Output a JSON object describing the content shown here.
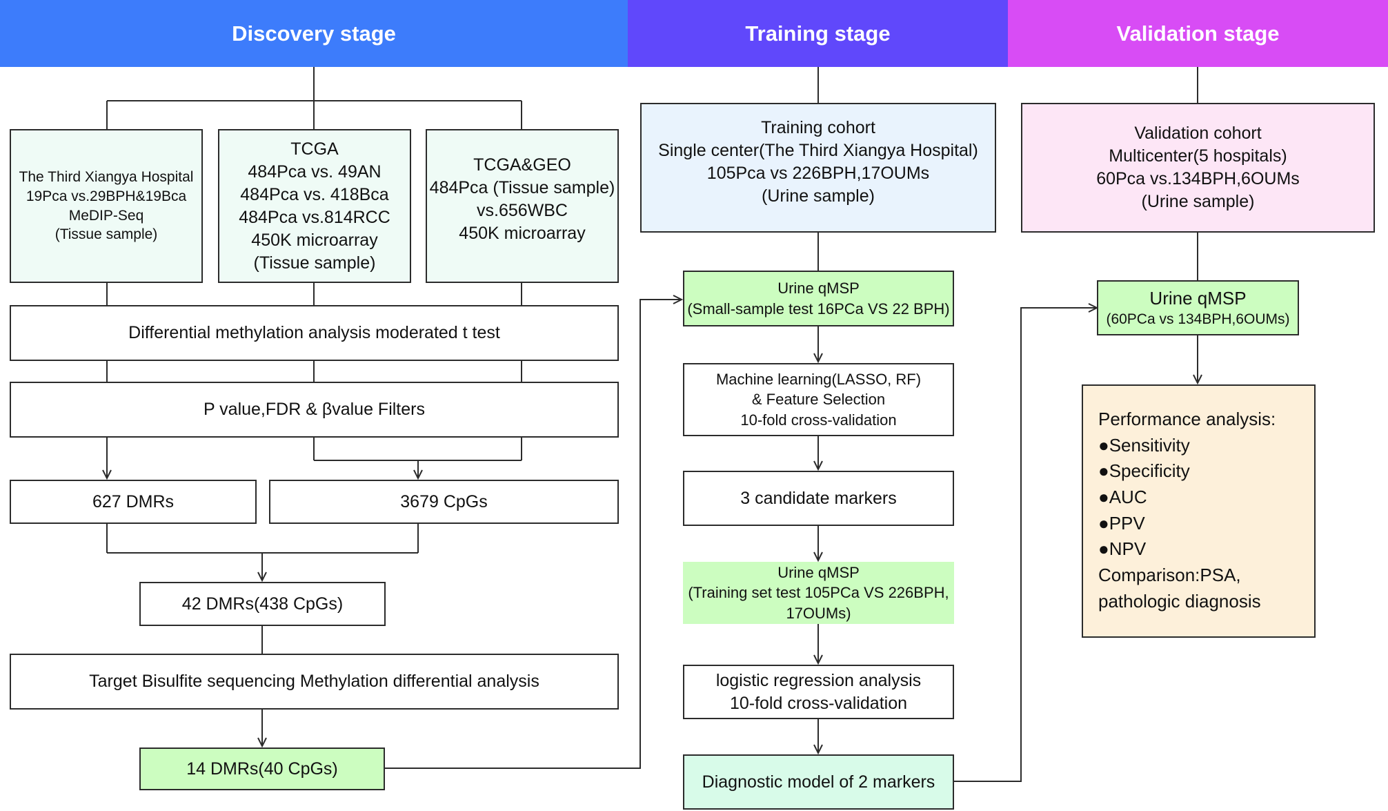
{
  "headers": {
    "discovery": "Discovery stage",
    "training": "Training stage",
    "validation": "Validation stage",
    "colors": {
      "discovery": "#3d7cfb",
      "training": "#6048fb",
      "validation": "#d84cf5"
    }
  },
  "discovery": {
    "xiangya": [
      "The Third Xiangya Hospital",
      "19Pca vs.29BPH&19Bca",
      "MeDIP-Seq",
      "(Tissue sample)"
    ],
    "tcga": [
      "TCGA",
      "484Pca vs. 49AN",
      "484Pca vs. 418Bca",
      "484Pca vs.814RCC",
      "450K microarray",
      "(Tissue sample)"
    ],
    "tcga_geo": [
      "TCGA&GEO",
      "484Pca (Tissue sample)",
      "vs.656WBC",
      "450K microarray"
    ],
    "diff_methylation": "Differential methylation analysis moderated t test",
    "filters": "P value,FDR & βvalue Filters",
    "dmrs_627": "627 DMRs",
    "cpgs_3679": "3679 CpGs",
    "dmrs_42": "42 DMRs(438 CpGs)",
    "target_bisulfite": "Target Bisulfite sequencing Methylation differential analysis",
    "dmrs_14": "14 DMRs(40 CpGs)"
  },
  "training": {
    "cohort": [
      "Training cohort",
      "Single center(The Third Xiangya Hospital)",
      "105Pca vs 226BPH,17OUMs",
      "(Urine sample)"
    ],
    "qmsp_small": [
      "Urine qMSP",
      "(Small-sample test 16PCa VS 22 BPH)"
    ],
    "machine_learning": [
      "Machine learning(LASSO, RF)",
      "& Feature Selection",
      "10-fold cross-validation"
    ],
    "candidates": "3 candidate markers",
    "qmsp_training": [
      "Urine qMSP",
      "(Training set test 105PCa VS 226BPH,",
      "17OUMs)"
    ],
    "logistic": [
      "logistic regression analysis",
      "10-fold cross-validation"
    ],
    "diagnostic_model": "Diagnostic model of 2 markers"
  },
  "validation": {
    "cohort": [
      "Validation cohort",
      "Multicenter(5 hospitals)",
      "60Pca vs.134BPH,6OUMs",
      "(Urine sample)"
    ],
    "qmsp": [
      "Urine qMSP",
      "(60PCa vs 134BPH,6OUMs)"
    ],
    "performance": [
      "Performance analysis:",
      "●Sensitivity",
      "●Specificity",
      "●AUC",
      "●PPV",
      "●NPV",
      "Comparison:PSA,",
      "pathologic diagnosis"
    ]
  }
}
